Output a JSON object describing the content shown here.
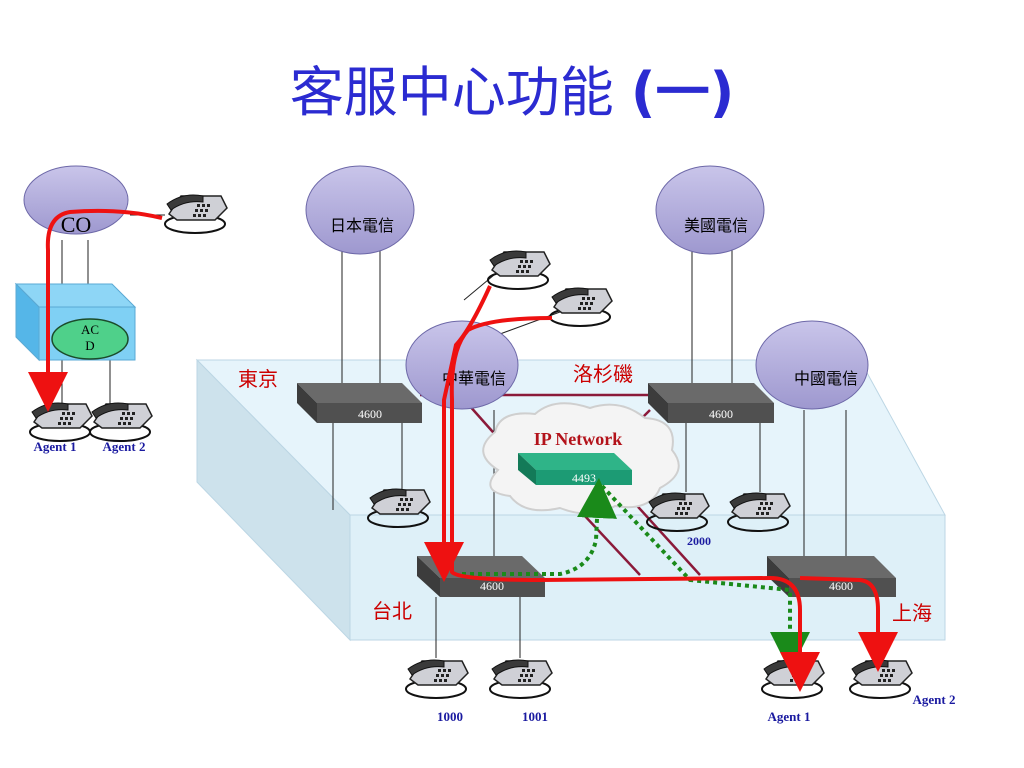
{
  "title": {
    "text": "客服中心功能",
    "paren": "(一)"
  },
  "clouds": {
    "co": "CO",
    "japan": "日本電信",
    "usa": "美國電信",
    "chunghwa": "中華電信",
    "china": "中國電信"
  },
  "acd": {
    "line1": "AC",
    "line2": "D"
  },
  "switches": {
    "tokyo": "4600",
    "la": "4600",
    "taipei": "4600",
    "shanghai": "4600",
    "ip": "4493"
  },
  "cities": {
    "tokyo": "東京",
    "la": "洛杉磯",
    "taipei": "台北",
    "shanghai": "上海"
  },
  "network_label": "IP Network",
  "phone_labels": {
    "co_agent1": "Agent 1",
    "co_agent2": "Agent 2",
    "ext2000": "2000",
    "ext1000": "1000",
    "ext1001": "1001",
    "sh_agent1": "Agent 1",
    "sh_agent2": "Agent 2"
  },
  "colors": {
    "title": "#2b2bd1",
    "cloud": "#a7a2d6",
    "switch": "#555555",
    "ip_switch": "#1c9b74",
    "call_path": "#ee1111",
    "data_path": "#1a8a1a",
    "city_label": "#cc0000",
    "agent_label": "#1a1aa0",
    "slab_top": "#e4f3fb",
    "slab_side": "#cfe3ee"
  }
}
